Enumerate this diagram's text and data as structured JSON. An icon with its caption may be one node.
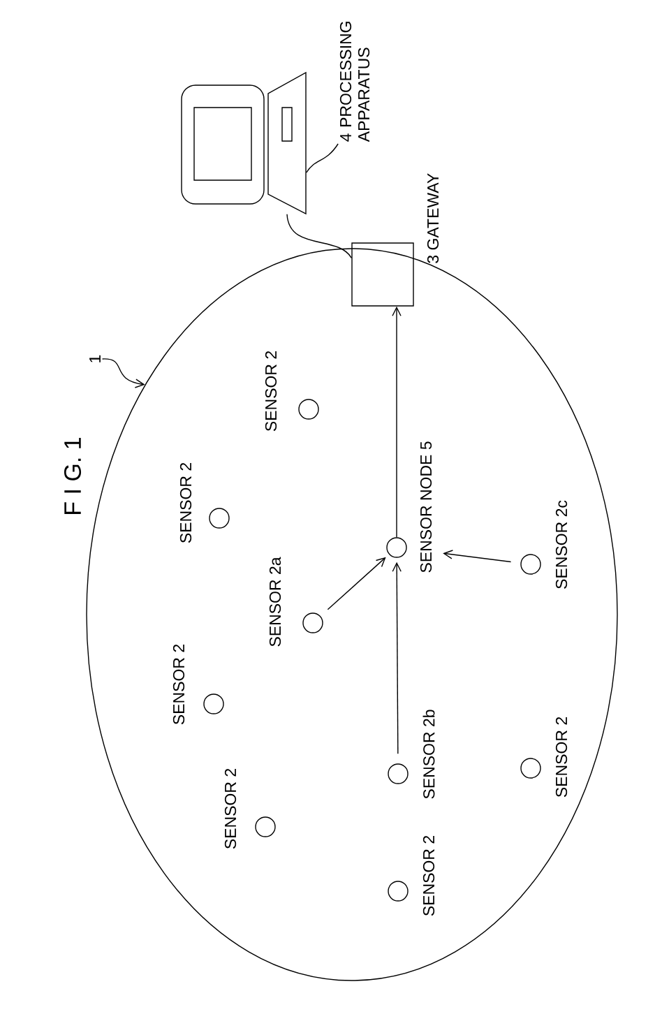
{
  "diagram": {
    "title": "F I G. 1",
    "nodes": [
      {
        "text": [
          "4 PROCESSING APPARATUS"
        ]
      },
      {
        "text": [],
        "shape": "computer"
      },
      {
        "text": [],
        "shape": "box",
        "beside": [
          "3 GATEWAY"
        ]
      },
      {
        "text": [
          "1"
        ]
      },
      {
        "text": [],
        "shape": "ellipse"
      },
      {
        "text": [],
        "shape": "circle",
        "beside": [
          "SENSOR 2"
        ],
        "in": 4
      },
      {
        "text": [],
        "shape": "circle",
        "beside": [
          "SENSOR 2"
        ],
        "in": 4
      },
      {
        "text": [],
        "shape": "circle",
        "beside": [
          "SENSOR NODE 5"
        ],
        "in": 4
      },
      {
        "text": [],
        "shape": "circle",
        "beside": [
          "SENSOR 2c"
        ],
        "in": 4
      },
      {
        "text": [],
        "shape": "circle",
        "beside": [
          "SENSOR 2a"
        ],
        "in": 4
      },
      {
        "text": [],
        "shape": "circle",
        "beside": [
          "SENSOR 2"
        ],
        "in": 4
      },
      {
        "text": [],
        "shape": "circle",
        "beside": [
          "SENSOR 2"
        ],
        "in": 4
      },
      {
        "text": [],
        "shape": "circle",
        "beside": [
          "SENSOR 2b"
        ],
        "in": 4
      },
      {
        "text": [],
        "shape": "circle",
        "beside": [
          "SENSOR 2"
        ],
        "in": 4
      },
      {
        "text": [],
        "shape": "circle",
        "beside": [
          "SENSOR 2"
        ],
        "in": 4
      }
    ],
    "edges": [
      {
        "from": 0,
        "to": 1,
        "arrow": "none"
      },
      {
        "from": 1,
        "to": 2,
        "arrow": "none"
      },
      {
        "from": 3,
        "to": 4,
        "arrow": "to"
      },
      {
        "from": 7,
        "to": 2,
        "arrow": "to"
      },
      {
        "from": 9,
        "to": 7,
        "arrow": "to"
      },
      {
        "from": 12,
        "to": 7,
        "arrow": "to"
      },
      {
        "from": 8,
        "to": 7,
        "arrow": "to"
      }
    ]
  }
}
